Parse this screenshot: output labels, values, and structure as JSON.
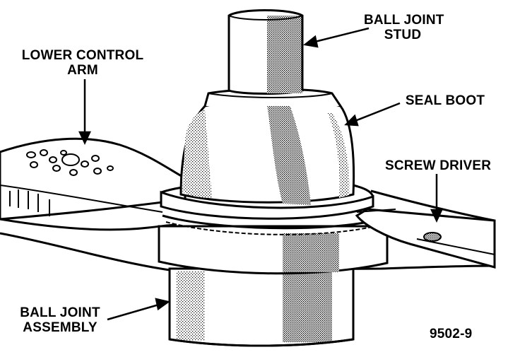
{
  "labels": {
    "ball_joint_stud": [
      "BALL JOINT",
      "STUD"
    ],
    "lower_control_arm": [
      "LOWER CONTROL",
      "ARM"
    ],
    "seal_boot": "SEAL BOOT",
    "screw_driver": "SCREW DRIVER",
    "ball_joint_assembly": [
      "BALL JOINT",
      "ASSEMBLY"
    ]
  },
  "figure_number": "9502-9",
  "colors": {
    "ink": "#000000",
    "paper": "#ffffff",
    "shade": "#8a8a8a"
  }
}
